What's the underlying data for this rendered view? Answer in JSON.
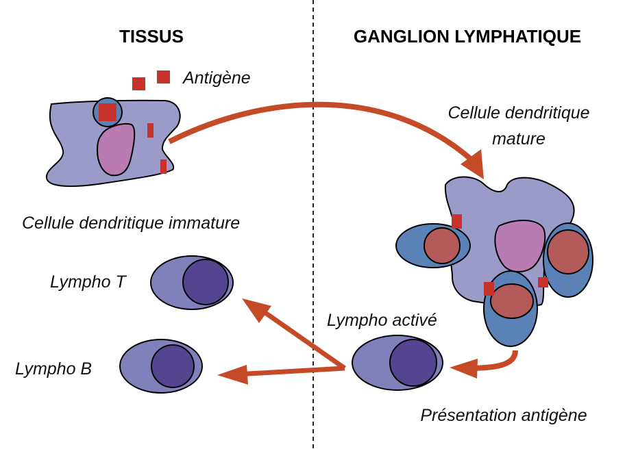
{
  "headers": {
    "left": "TISSUS",
    "right": "GANGLION LYMPHATIQUE"
  },
  "labels": {
    "antigen": "Antigène",
    "immature_dc": "Cellule dendritique immature",
    "mature_dc_line1": "Cellule dendritique",
    "mature_dc_line2": "mature",
    "lympho_t": "Lympho T",
    "lympho_b": "Lympho B",
    "lympho_active": "Lympho activé",
    "antigen_presentation": "Présentation antigène"
  },
  "colors": {
    "dendritic_cell": "#9b9bca",
    "nucleus_pink": "#b97bb0",
    "antigen_red": "#c8322c",
    "arrow": "#c44a28",
    "lymphocyte_blue": "#5a82b6",
    "lymphocyte_nucleus_red": "#b45a5a",
    "lympho_body": "#8080bb",
    "lympho_nucleus": "#55448f"
  }
}
